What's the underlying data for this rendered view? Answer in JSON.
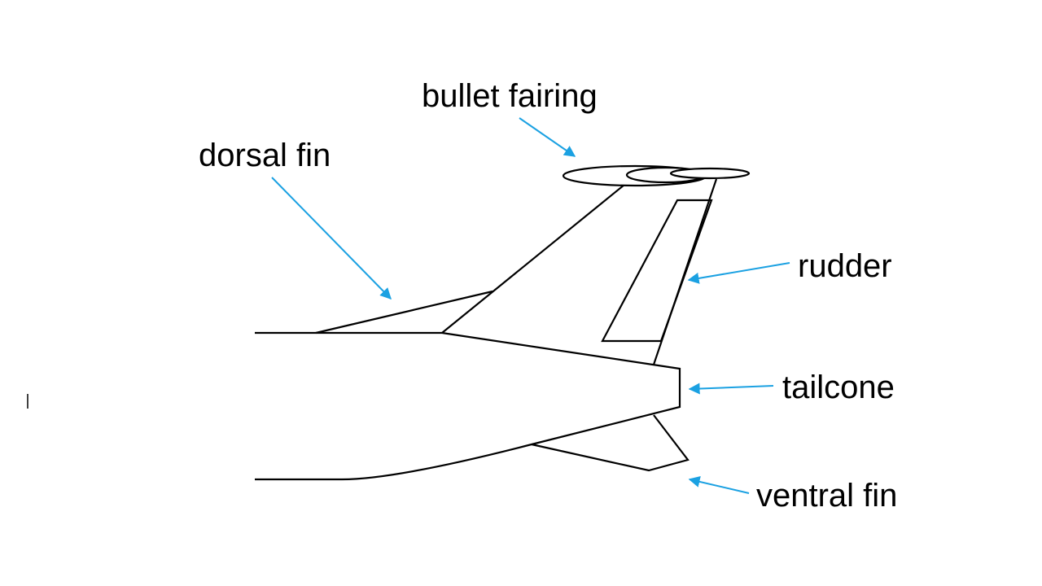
{
  "labels": {
    "bullet_fairing": "bullet fairing",
    "dorsal_fin": "dorsal fin",
    "rudder": "rudder",
    "tailcone": "tailcone",
    "ventral_fin": "ventral fin"
  },
  "colors": {
    "outline": "#000000",
    "leader": "#1ba1e2",
    "background": "#ffffff"
  }
}
